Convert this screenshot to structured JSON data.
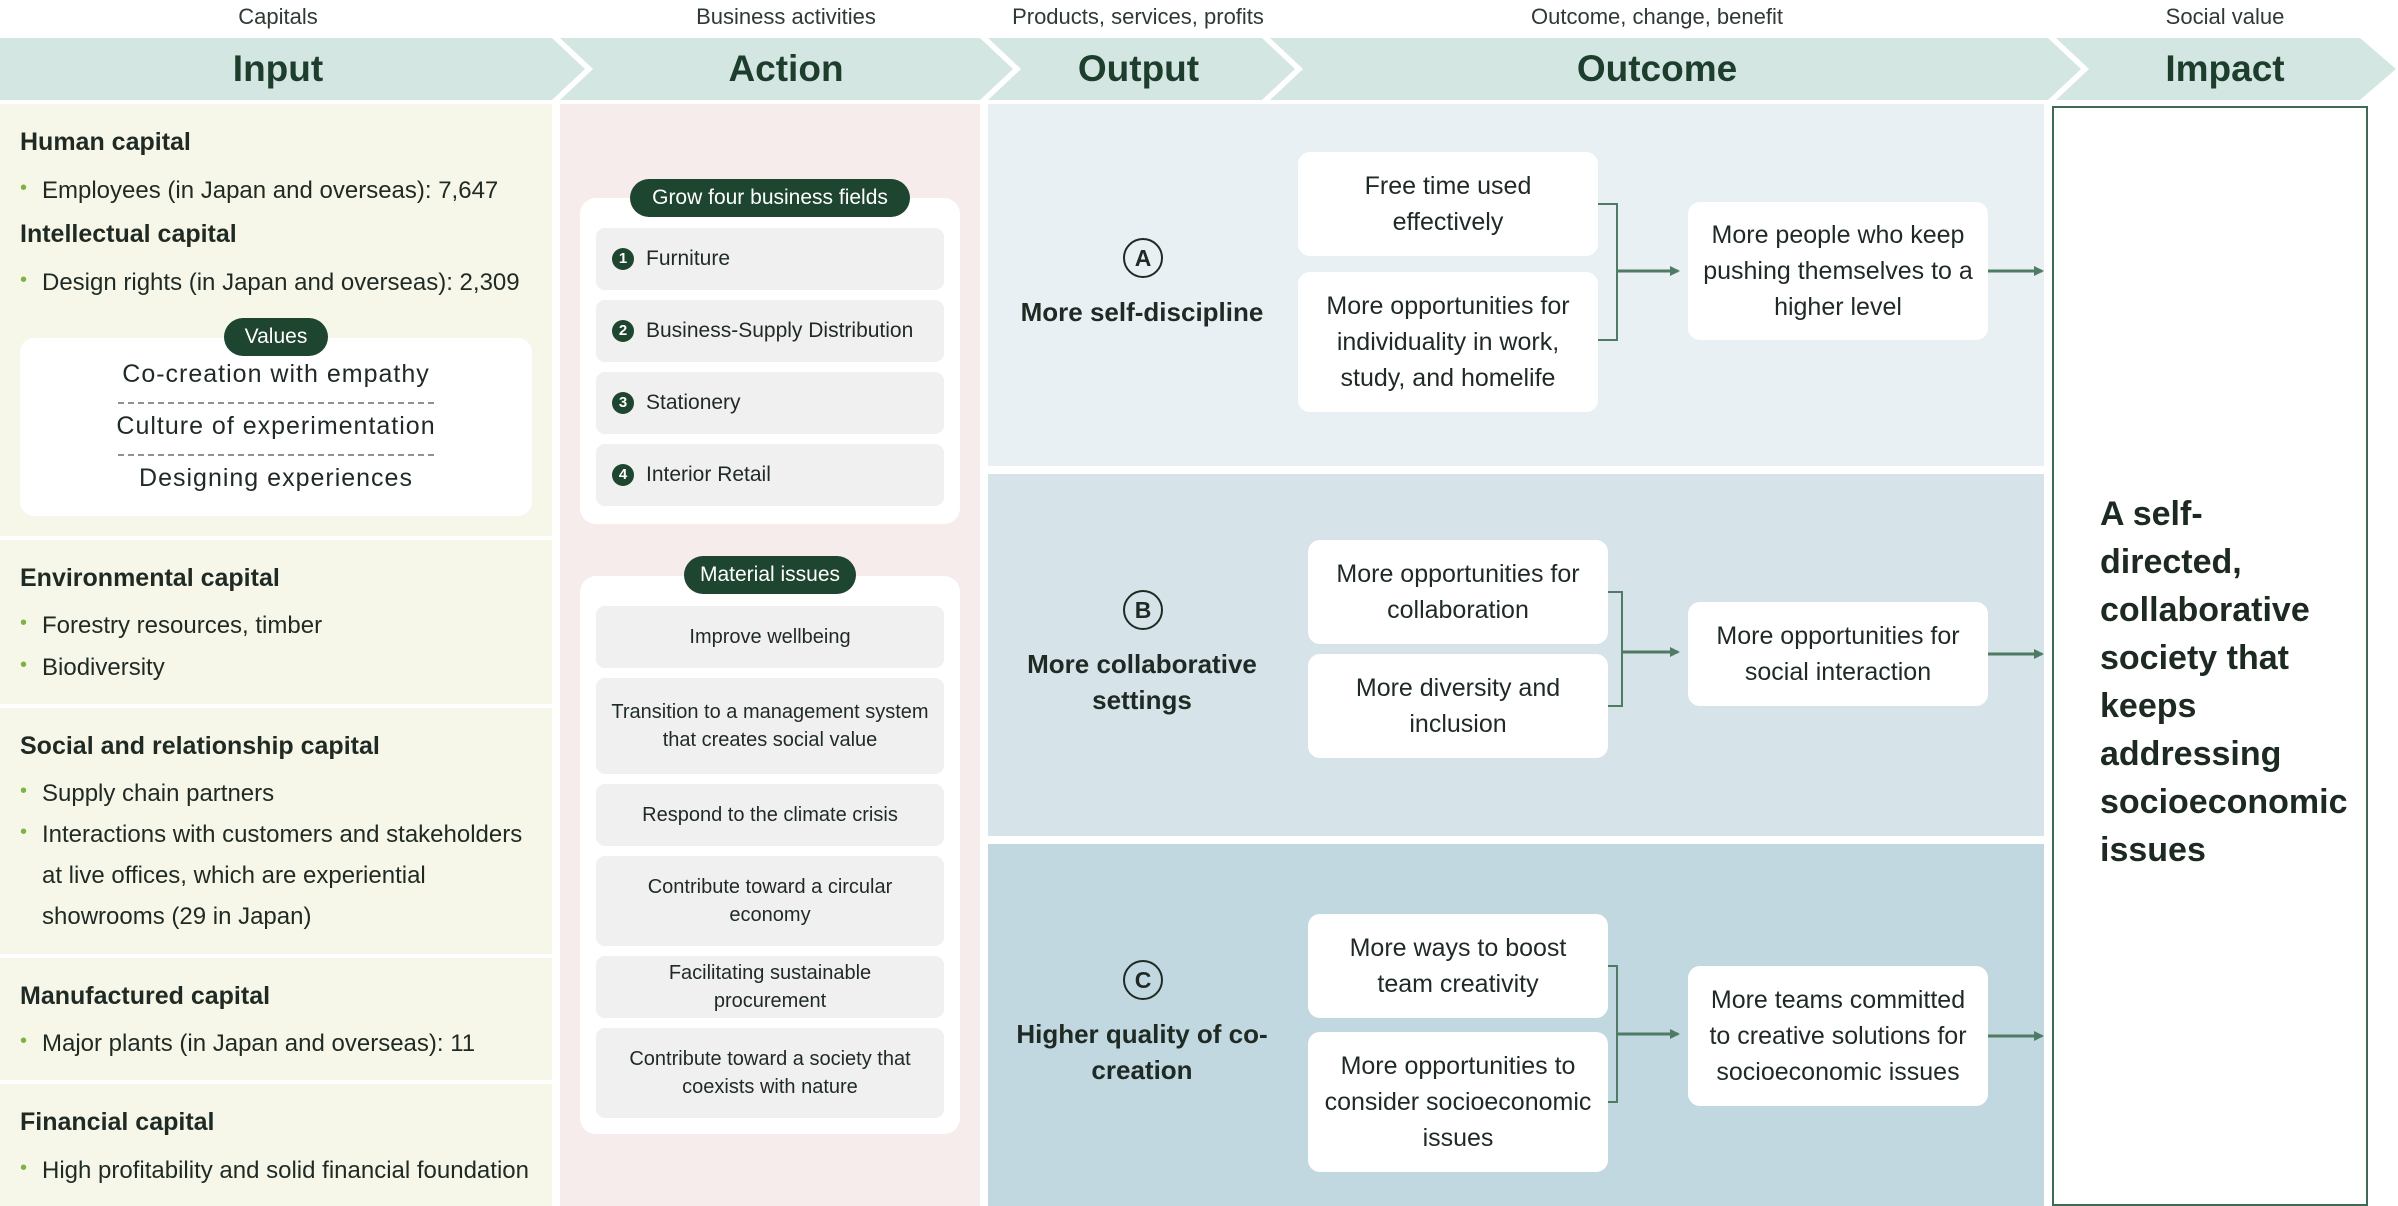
{
  "captions": {
    "capitals": "Capitals",
    "business_activities": "Business activities",
    "products": "Products, services, profits",
    "outcome": "Outcome, change, benefit",
    "social_value": "Social value"
  },
  "stages": {
    "input": "Input",
    "action": "Action",
    "output": "Output",
    "outcome": "Outcome",
    "impact": "Impact"
  },
  "colors": {
    "header_chevron": "#d4e6e2",
    "dark_green": "#1e4530",
    "arrow": "#4f7a63",
    "input_bg": "#f6f7e9",
    "action_bg": "#f7ecec",
    "band_a": "#e9f0f3",
    "band_b": "#d6e4ea",
    "band_c": "#c1d8e1"
  },
  "input": {
    "human": {
      "title": "Human capital",
      "items": [
        "Employees (in Japan and overseas): 7,647"
      ]
    },
    "intellectual": {
      "title": "Intellectual capital",
      "items": [
        "Design rights (in Japan and overseas): 2,309"
      ]
    },
    "values": {
      "label": "Values",
      "items": [
        "Co-creation with empathy",
        "Culture of experimentation",
        "Designing experiences"
      ]
    },
    "environmental": {
      "title": "Environmental capital",
      "items": [
        "Forestry resources, timber",
        "Biodiversity"
      ]
    },
    "social": {
      "title": "Social and relationship capital",
      "items": [
        "Supply chain partners",
        "Interactions with customers and stakeholders at live offices, which are experiential showrooms (29 in Japan)"
      ]
    },
    "manufactured": {
      "title": "Manufactured capital",
      "items": [
        "Major plants (in Japan and overseas): 11"
      ]
    },
    "financial": {
      "title": "Financial capital",
      "items": [
        "High profitability and solid financial foundation"
      ]
    }
  },
  "action": {
    "business_fields": {
      "label": "Grow four business fields",
      "items": [
        {
          "num": "1",
          "label": "Furniture"
        },
        {
          "num": "2",
          "label": "Business-Supply Distribution"
        },
        {
          "num": "3",
          "label": "Stationery"
        },
        {
          "num": "4",
          "label": "Interior Retail"
        }
      ]
    },
    "material_issues": {
      "label": "Material issues",
      "items": [
        "Improve wellbeing",
        "Transition to a management system that creates social value",
        "Respond to the climate crisis",
        "Contribute toward a circular economy",
        "Facilitating sustainable procurement",
        "Contribute toward a society that coexists with nature"
      ]
    }
  },
  "bands": {
    "a": {
      "letter": "A",
      "output": "More self-discipline",
      "outcomes": [
        "Free time used effectively",
        "More opportunities for individuality in work, study, and homelife"
      ],
      "result": "More people who keep pushing themselves to a higher level"
    },
    "b": {
      "letter": "B",
      "output": "More collaborative settings",
      "outcomes": [
        "More opportunities for collaboration",
        "More diversity and inclusion"
      ],
      "result": "More opportunities for social interaction"
    },
    "c": {
      "letter": "C",
      "output": "Higher quality of co-creation",
      "outcomes": [
        "More ways to boost team creativity",
        "More opportunities to consider socioeconomic issues"
      ],
      "result": "More teams committed to creative solutions for socioeconomic issues"
    }
  },
  "impact": {
    "text": "A self-directed, collaborative society that keeps addressing socioeconomic issues"
  }
}
